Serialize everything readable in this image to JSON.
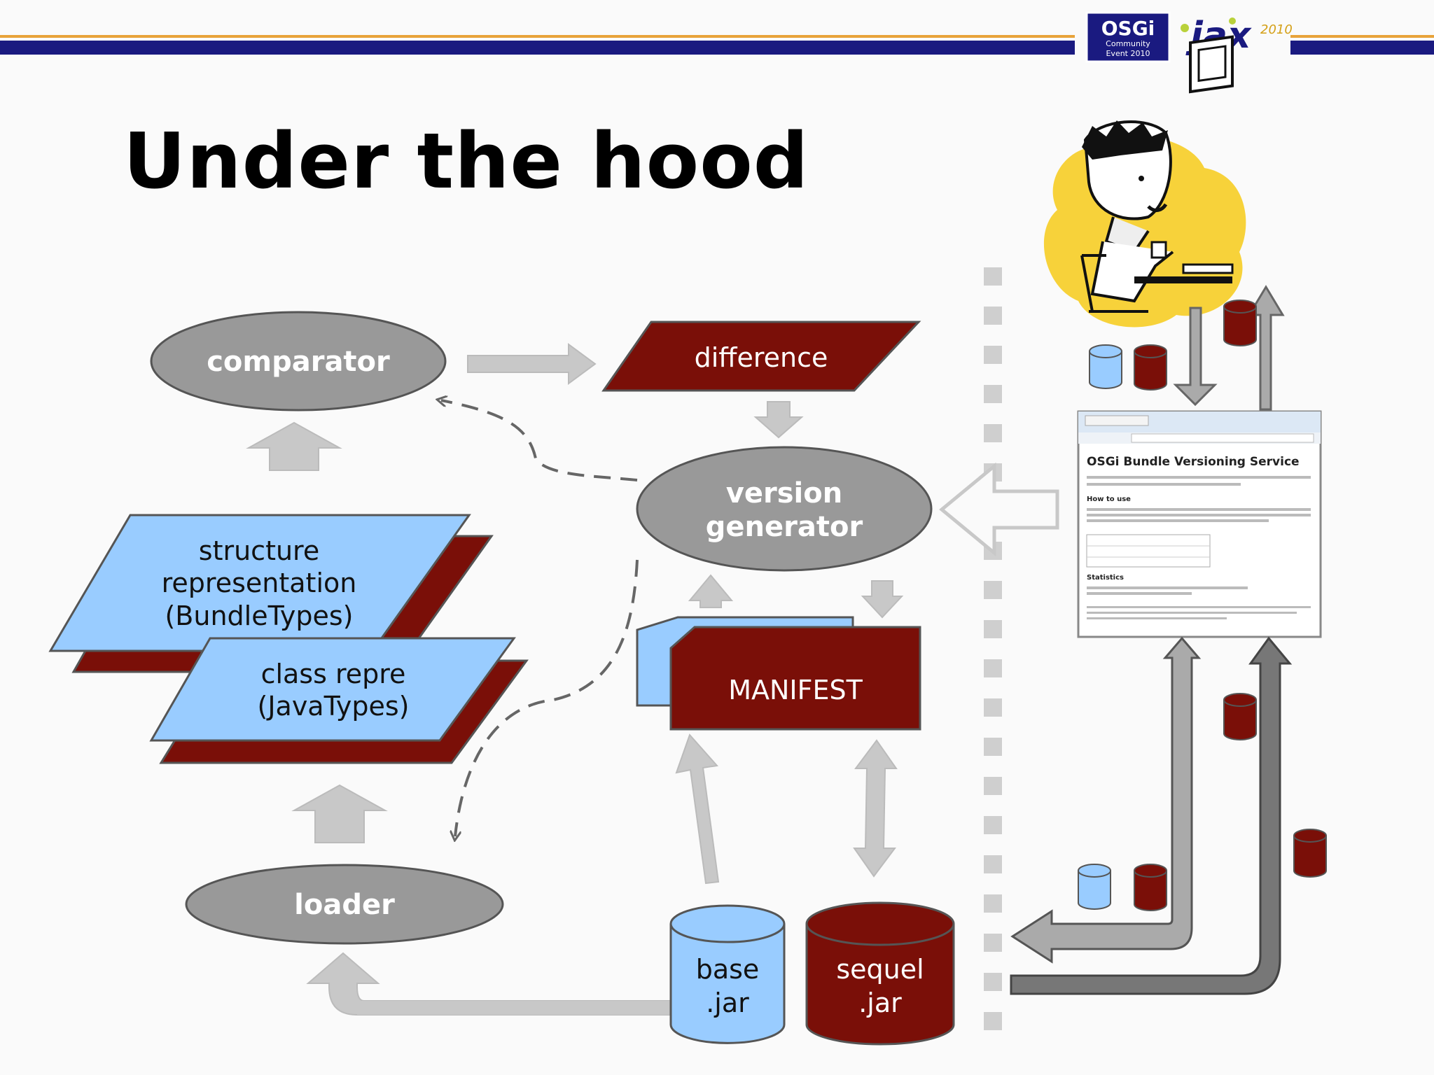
{
  "slide": {
    "title": "Under the hood"
  },
  "header": {
    "osgi_logo_text": "OSGi",
    "osgi_logo_sub1": "Community",
    "osgi_logo_sub2": "Event 2010",
    "jax_logo_text": "jax",
    "jax_logo_year": "2010"
  },
  "nodes": {
    "comparator": "comparator",
    "difference": "difference",
    "version_generator_line1": "version",
    "version_generator_line2": "generator",
    "structure_line1": "structure",
    "structure_line2": "representation",
    "structure_line3": "(BundleTypes)",
    "class_line1": "class repre",
    "class_line2": "(JavaTypes)",
    "loader": "loader",
    "manifest": "MANIFEST",
    "base_line1": "base",
    "base_line2": ".jar",
    "sequel_line1": "sequel",
    "sequel_line2": ".jar"
  },
  "web_page": {
    "page_title": "OSGi Bundle Versioning Service",
    "how_to_use": "How to use",
    "statistics": "Statistics"
  },
  "colors": {
    "gray_node": "#999999",
    "dark_red": "#7a0f08",
    "light_blue": "#99ccff",
    "arrow_gray": "#c8c8c8",
    "header_blue": "#1a1a80",
    "header_orange": "#e8a33a"
  }
}
